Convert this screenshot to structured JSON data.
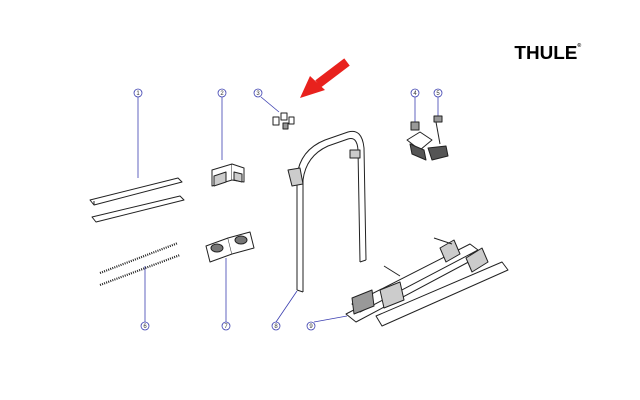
{
  "brand": {
    "logo_text": "THULE",
    "trademark": "®"
  },
  "colors": {
    "outline": "#222222",
    "leader": "#3b3fb0",
    "arrow": "#e8211d"
  },
  "callouts": [
    {
      "number": "1",
      "part": "crossbar-pair"
    },
    {
      "number": "2",
      "part": "clamp-block"
    },
    {
      "number": "3",
      "part": "small-hardware"
    },
    {
      "number": "4",
      "part": "wheel-holder-left"
    },
    {
      "number": "5",
      "part": "wheel-holder-right"
    },
    {
      "number": "6",
      "part": "strap-pair"
    },
    {
      "number": "7",
      "part": "mount-bracket"
    },
    {
      "number": "8",
      "part": "frame-arch"
    },
    {
      "number": "9",
      "part": "rail-assembly"
    }
  ]
}
